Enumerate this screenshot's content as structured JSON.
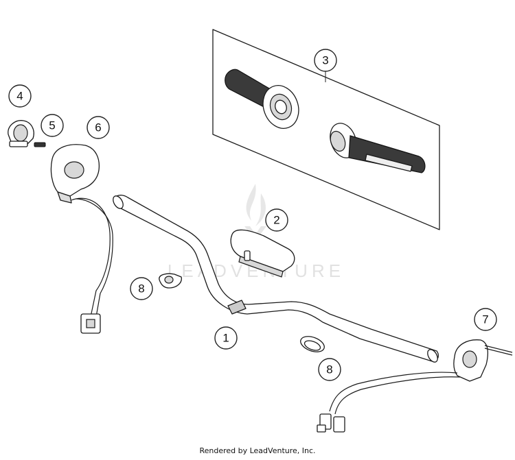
{
  "watermark": {
    "text": "LEADVENTURE"
  },
  "footer": {
    "credit": "Rendered by LeadVenture, Inc."
  },
  "callouts": [
    "1",
    "2",
    "3",
    "4",
    "5",
    "6",
    "7",
    "8",
    "8"
  ]
}
